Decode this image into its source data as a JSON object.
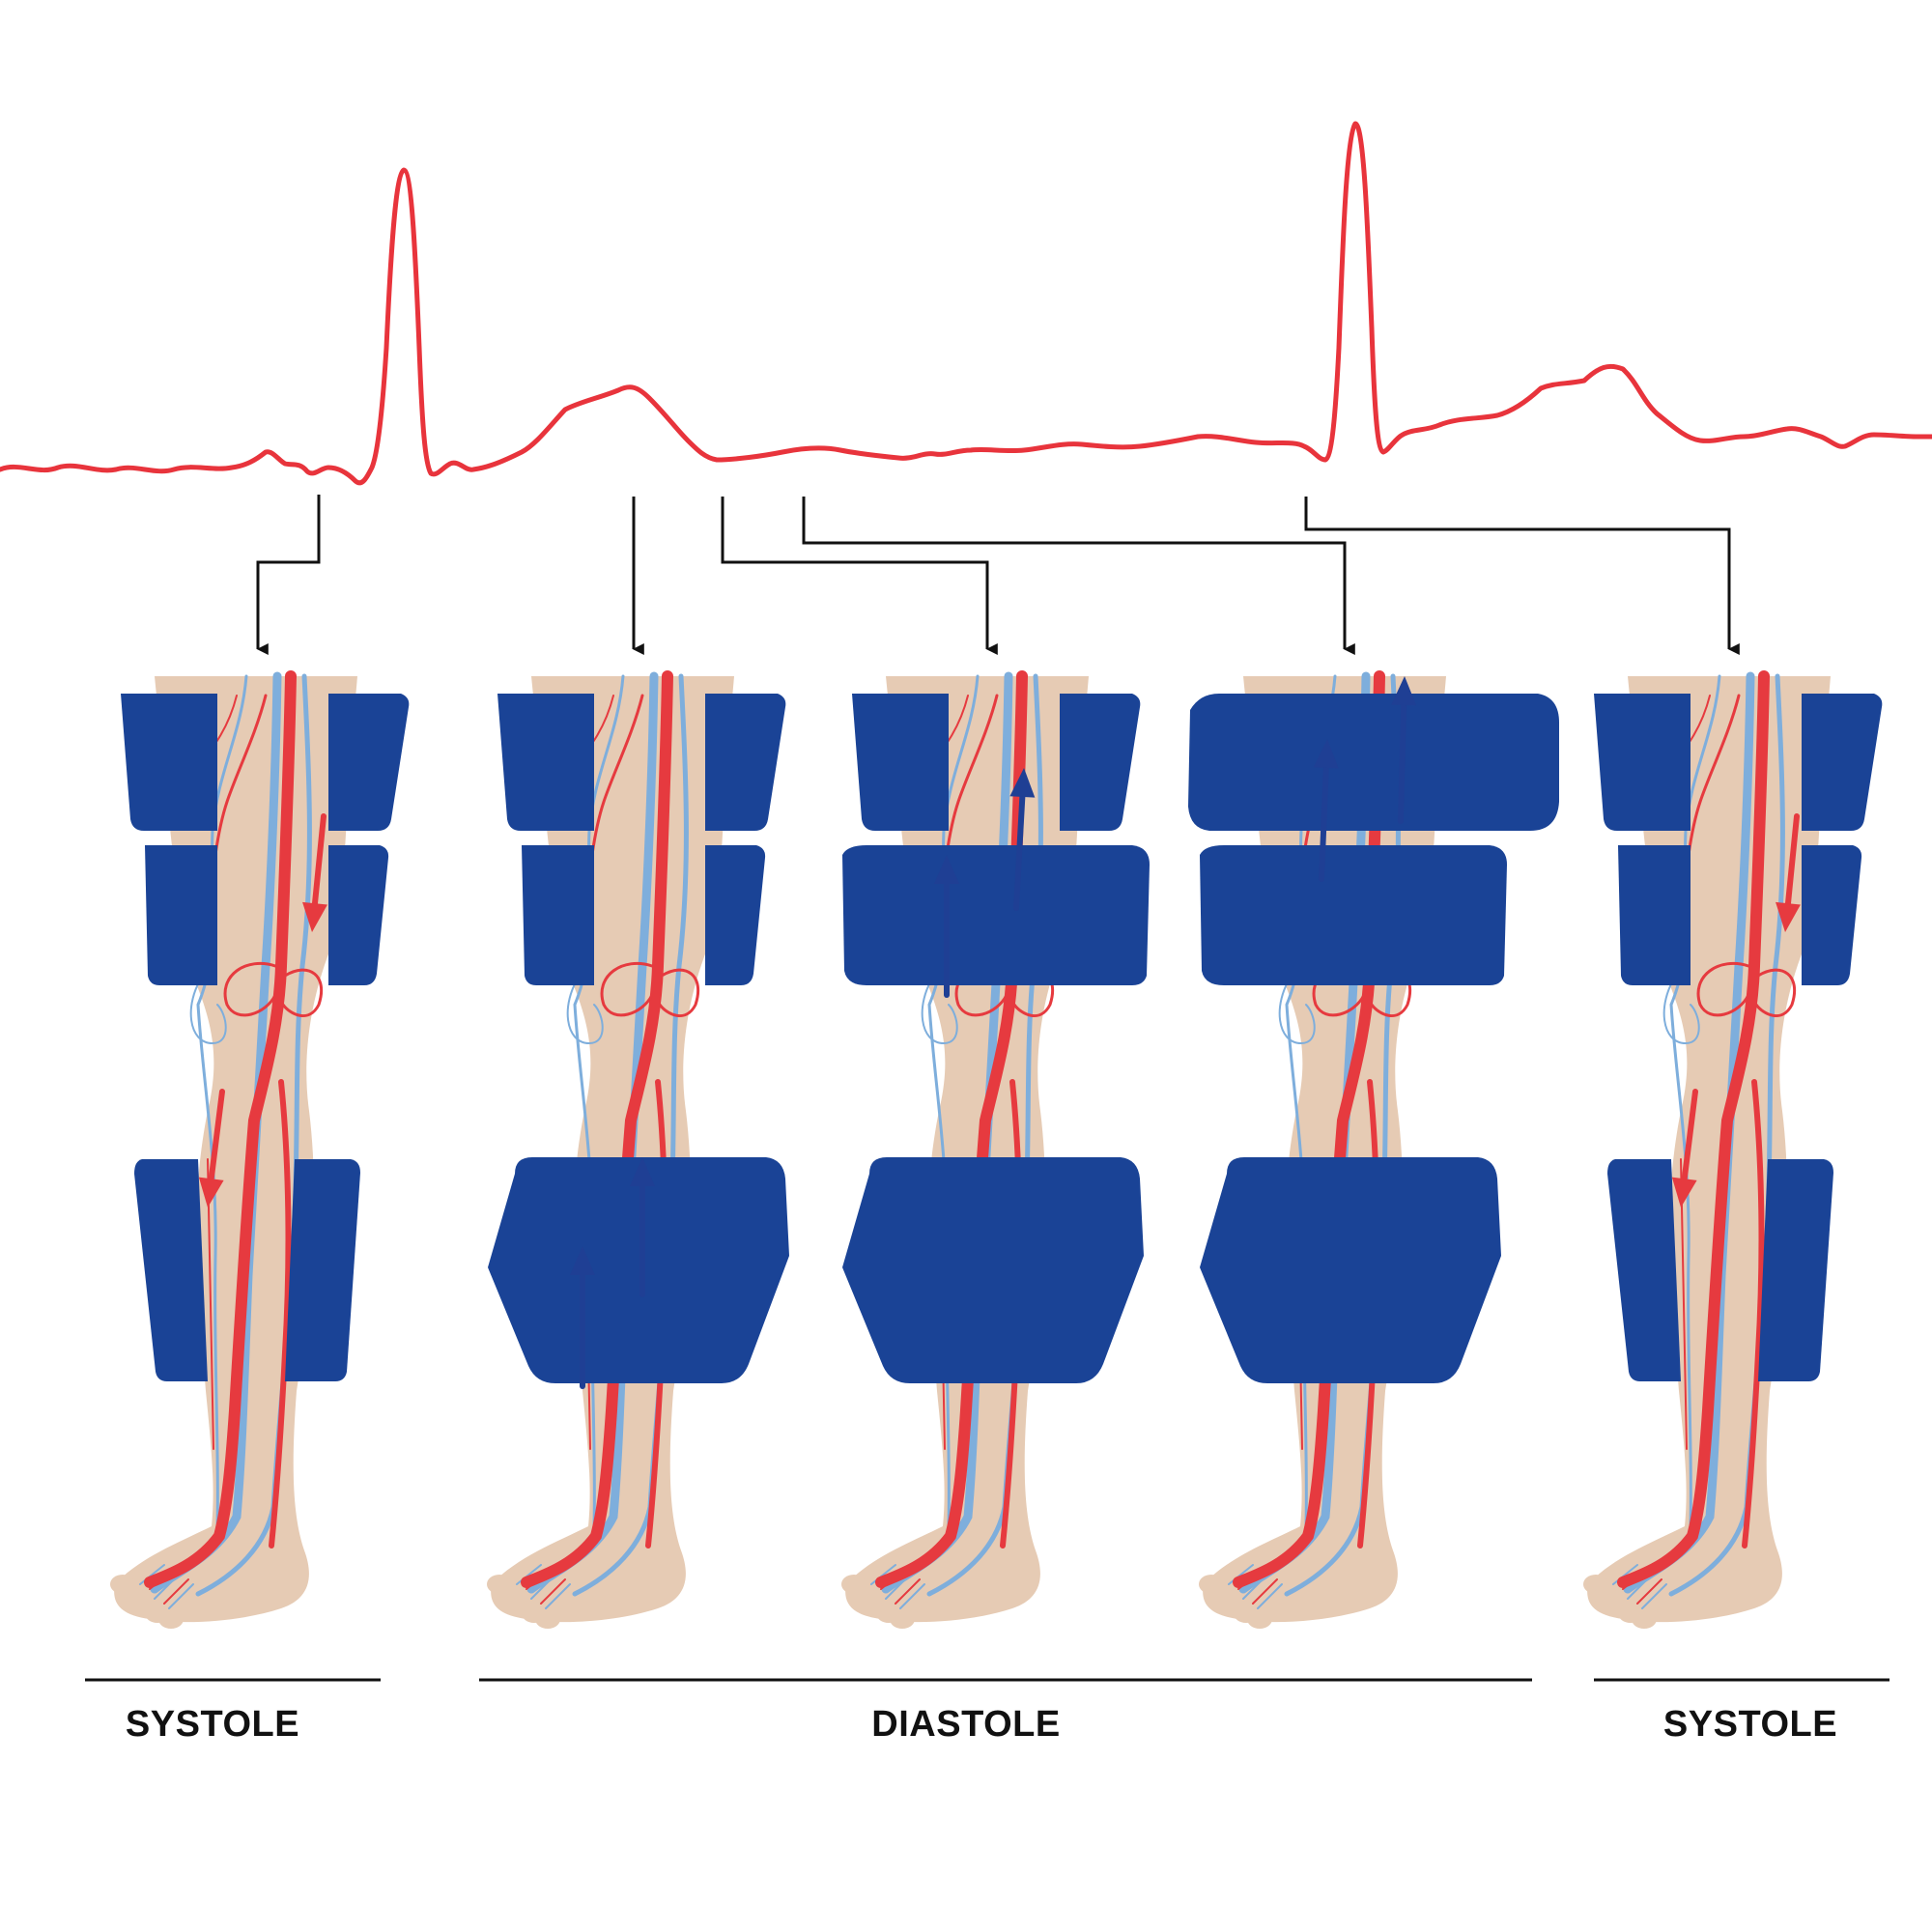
{
  "phases": [
    {
      "label": "SYSTOLE"
    },
    {
      "label": "DIASTOLE"
    },
    {
      "label": "SYSTOLE"
    }
  ],
  "colors": {
    "ecg": "#e8343c",
    "artery": "#e63a3f",
    "vein": "#7eaedc",
    "skin": "#e6cbb4",
    "cuff": "#1a4396",
    "flow_up": "#1f3f94",
    "flow_down": "#e63a3f",
    "pointer": "#111111"
  },
  "legs": [
    {
      "name": "leg-1-systole",
      "cuffs_inflated": [],
      "flow": "arterial-downward"
    },
    {
      "name": "leg-2-diastole",
      "cuffs_inflated": [
        "calf"
      ],
      "flow": "venous-upward"
    },
    {
      "name": "leg-3-diastole",
      "cuffs_inflated": [
        "calf",
        "lower-thigh"
      ],
      "flow": "venous-upward"
    },
    {
      "name": "leg-4-diastole",
      "cuffs_inflated": [
        "calf",
        "lower-thigh",
        "upper-thigh"
      ],
      "flow": "venous-upward"
    },
    {
      "name": "leg-5-systole",
      "cuffs_inflated": [],
      "flow": "arterial-downward"
    }
  ],
  "icons": [
    "ecg-trace",
    "pointer-arrow",
    "compression-cuff",
    "flow-arrow"
  ]
}
